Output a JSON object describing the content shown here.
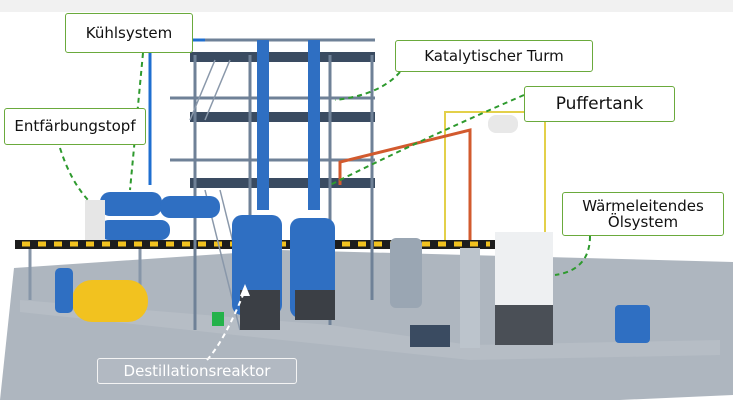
{
  "labels": {
    "cooling_system": "Kühlsystem",
    "decolorizing_pot": "Entfärbungstopf",
    "catalytic_tower": "Katalytischer Turm",
    "buffer_tank": "Puffertank",
    "thermal_oil_line1": "Wärmeleitendes",
    "thermal_oil_line2": "Ölsystem",
    "distillation_reactor": "Destillationsreaktor"
  },
  "colors": {
    "label_border": "#6aaa3c",
    "leader": "#2e9a2e",
    "floor": "#aab3bd",
    "equipment_blue": "#2f6fc2",
    "tank_yellow": "#f2c21f"
  }
}
